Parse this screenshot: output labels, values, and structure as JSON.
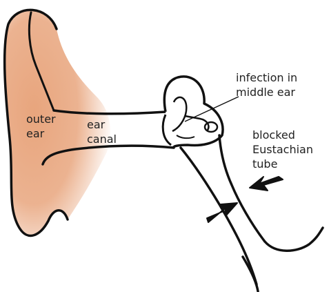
{
  "labels": {
    "outer_ear": [
      "outer",
      "ear"
    ],
    "ear_canal": [
      "ear",
      "canal"
    ],
    "infection": [
      "infection in",
      "middle ear"
    ],
    "blocked_tube": [
      "blocked",
      "Eustachian",
      "tube"
    ]
  },
  "colors": {
    "outer_ear_fill": "#e8a57d",
    "line": "#111111",
    "text": "#222222",
    "background": "#ffffff"
  }
}
